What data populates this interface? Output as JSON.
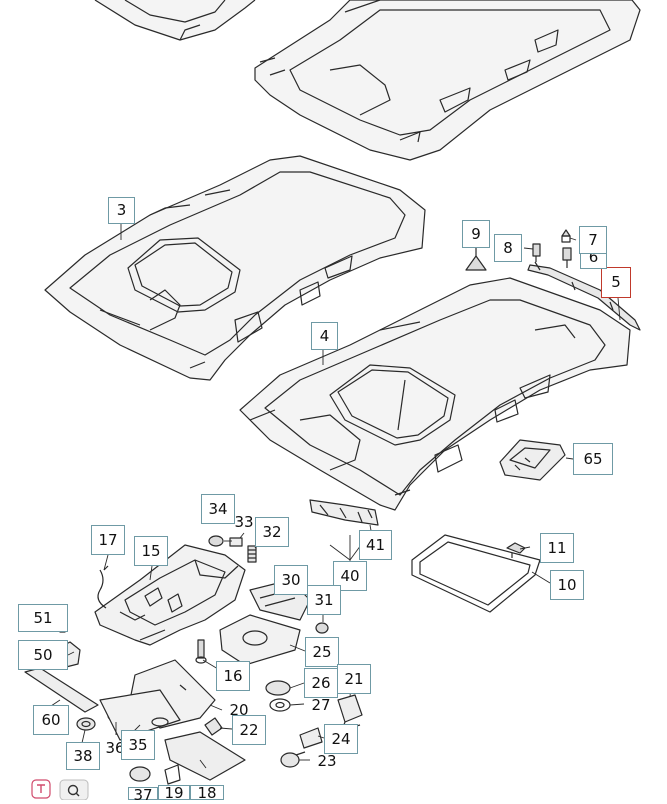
{
  "diagram": {
    "colors": {
      "line": "#2a2a2a",
      "fill_light": "#f2f2f2",
      "label_border": "#6f9aa5",
      "selected_border": "#c0392b"
    },
    "callouts": [
      {
        "id": "c3",
        "text": "3"
      },
      {
        "id": "c4",
        "text": "4"
      },
      {
        "id": "c5",
        "text": "5",
        "selected": true
      },
      {
        "id": "c6",
        "text": "6"
      },
      {
        "id": "c7",
        "text": "7"
      },
      {
        "id": "c8",
        "text": "8"
      },
      {
        "id": "c9",
        "text": "9"
      },
      {
        "id": "c65",
        "text": "65"
      },
      {
        "id": "c34",
        "text": "34"
      },
      {
        "id": "c33",
        "text": "33"
      },
      {
        "id": "c32",
        "text": "32"
      },
      {
        "id": "c17",
        "text": "17"
      },
      {
        "id": "c15",
        "text": "15"
      },
      {
        "id": "c41",
        "text": "41"
      },
      {
        "id": "c11",
        "text": "11"
      },
      {
        "id": "c40",
        "text": "40"
      },
      {
        "id": "c10",
        "text": "10"
      },
      {
        "id": "c30",
        "text": "30"
      },
      {
        "id": "c31",
        "text": "31"
      },
      {
        "id": "c51",
        "text": "51"
      },
      {
        "id": "c50",
        "text": "50"
      },
      {
        "id": "c25",
        "text": "25"
      },
      {
        "id": "c16",
        "text": "16"
      },
      {
        "id": "c26",
        "text": "26"
      },
      {
        "id": "c21",
        "text": "21"
      },
      {
        "id": "c60",
        "text": "60"
      },
      {
        "id": "c20",
        "text": "20"
      },
      {
        "id": "c27",
        "text": "27"
      },
      {
        "id": "c22",
        "text": "22"
      },
      {
        "id": "c38",
        "text": "38"
      },
      {
        "id": "c36",
        "text": "36"
      },
      {
        "id": "c35",
        "text": "35"
      },
      {
        "id": "c24",
        "text": "24"
      },
      {
        "id": "c23",
        "text": "23"
      },
      {
        "id": "c37",
        "text": "37"
      },
      {
        "id": "c19",
        "text": "19"
      },
      {
        "id": "c18",
        "text": "18"
      }
    ]
  }
}
